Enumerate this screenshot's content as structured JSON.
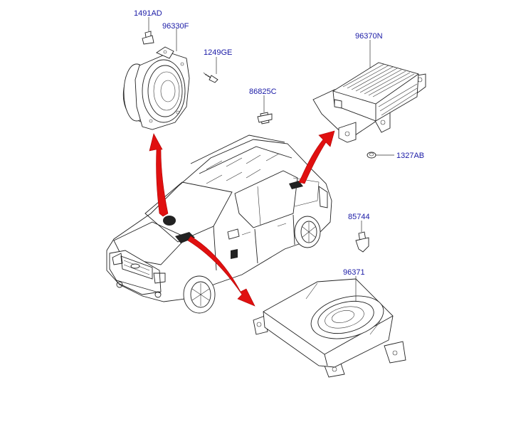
{
  "parts": {
    "screw_1491AD": "1491AD",
    "speaker_96330F": "96330F",
    "screw_1249GE": "1249GE",
    "amplifier_96370N": "96370N",
    "clip_86825C": "86825C",
    "nut_1327AB": "1327AB",
    "fastener_85744": "85744",
    "subwoofer_96371": "96371"
  },
  "colors": {
    "label": "#1a1aa6",
    "arrow": "#e01010",
    "line": "#222222"
  }
}
